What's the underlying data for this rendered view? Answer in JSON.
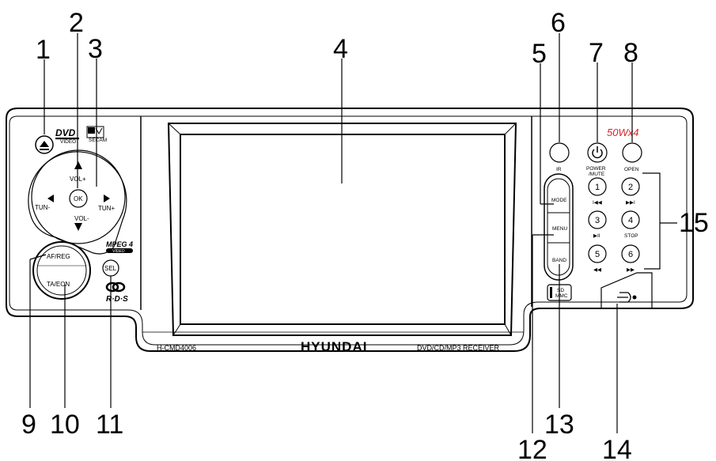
{
  "callouts": [
    "1",
    "2",
    "3",
    "4",
    "5",
    "6",
    "7",
    "8",
    "9",
    "10",
    "11",
    "12",
    "13",
    "14",
    "15"
  ],
  "panel": {
    "model": "H-CMD4006",
    "brand": "HYUNDAI",
    "receiver": "DVD/CD/MP3 RECEIVER",
    "power_rating": "50Wx4",
    "dvd_logo": "DVD",
    "dvd_sub": "VIDEO",
    "tv_sub": "SECAM",
    "mpeg_logo": "MPEG 4",
    "mpeg_sub": "VIDEO",
    "rds_logo": "R·D·S",
    "sd_label": "SD",
    "mmc_label": "MMC"
  },
  "nav": {
    "ok": "OK",
    "vol_up": "VOL+",
    "vol_down": "VOL-",
    "tun_down": "TUN-",
    "tun_up": "TUN+"
  },
  "knob": {
    "af_reg": "AF/REG",
    "ta_eon": "TA/EON"
  },
  "sel_label": "SEL",
  "side_buttons": {
    "mode": "MODE",
    "menu": "MENU",
    "band": "BAND"
  },
  "top_buttons": {
    "ir": "IR",
    "power": "POWER",
    "mute": "/MUTE",
    "open": "OPEN"
  },
  "presets": [
    {
      "num": "1",
      "label": "I◀◀"
    },
    {
      "num": "2",
      "label": "▶▶I"
    },
    {
      "num": "3",
      "label": "▶II"
    },
    {
      "num": "4",
      "label": "STOP"
    },
    {
      "num": "5",
      "label": "◀◀"
    },
    {
      "num": "6",
      "label": "▶▶"
    }
  ]
}
